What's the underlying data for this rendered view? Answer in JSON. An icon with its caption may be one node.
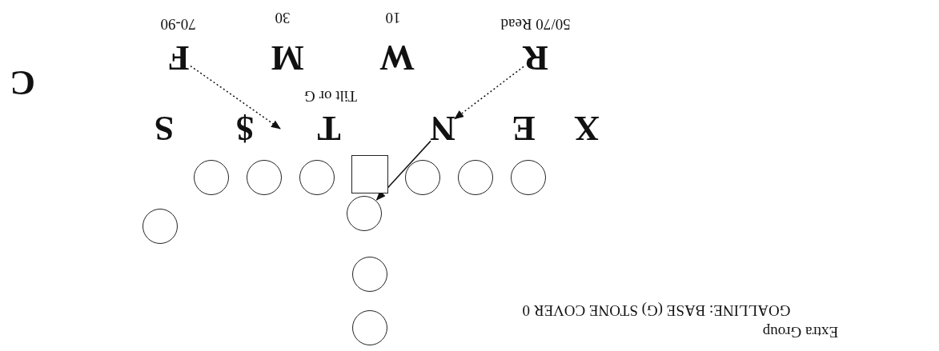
{
  "diagram": {
    "nodes": [
      {
        "text": [],
        "shape": "circle"
      },
      {
        "text": [],
        "shape": "circle"
      },
      {
        "text": [],
        "shape": "circle"
      },
      {
        "text": [],
        "shape": "circle"
      },
      {
        "text": [],
        "shape": "circle"
      },
      {
        "text": [],
        "shape": "circle"
      },
      {
        "text": [],
        "shape": "circle"
      },
      {
        "text": [],
        "shape": "box"
      },
      {
        "text": [],
        "shape": "circle"
      },
      {
        "text": [],
        "shape": "circle"
      },
      {
        "text": [],
        "shape": "circle"
      },
      {
        "text": [
          "N"
        ]
      },
      {
        "text": [
          "R"
        ],
        "beside": [
          "50/70 Read"
        ]
      },
      {
        "text": [
          "F"
        ],
        "beside": [
          "70-90"
        ]
      }
    ],
    "edges": [
      {
        "from": 13,
        "to": null,
        "arrow": "to",
        "style": "dashed"
      },
      {
        "from": 12,
        "to": 11,
        "arrow": "to",
        "style": "dashed"
      },
      {
        "from": 11,
        "to": 3,
        "arrow": "to"
      }
    ],
    "labels": [
      "Extra Group",
      "GOALLINE: BASE (G) STONE COVER 0",
      "X",
      "E",
      "T",
      "$",
      "S",
      "Tilt or G",
      "C",
      "W",
      "M",
      "10",
      "30"
    ]
  }
}
